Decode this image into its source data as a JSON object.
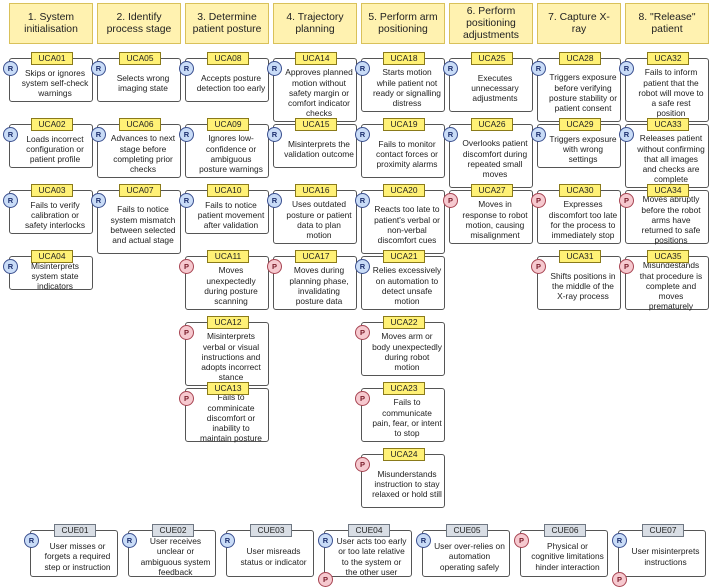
{
  "columns": [
    {
      "header": "1. System initialisation",
      "items": [
        {
          "id": "UCA01",
          "role": "R",
          "text": "Skips or ignores system self-check warnings"
        },
        {
          "id": "UCA02",
          "role": "R",
          "text": "Loads incorrect configuration or patient profile"
        },
        {
          "id": "UCA03",
          "role": "R",
          "text": "Fails to verify calibration or safety interlocks"
        },
        {
          "id": "UCA04",
          "role": "R",
          "text": "Misinterprets system state indicators"
        }
      ]
    },
    {
      "header": "2. Identify process stage",
      "items": [
        {
          "id": "UCA05",
          "role": "R",
          "text": "Selects wrong imaging state"
        },
        {
          "id": "UCA06",
          "role": "R",
          "text": "Advances to next stage before completing prior checks"
        },
        {
          "id": "UCA07",
          "role": "R",
          "text": "Fails to notice system mismatch between selected and actual stage"
        }
      ]
    },
    {
      "header": "3. Determine patient posture",
      "items": [
        {
          "id": "UCA08",
          "role": "R",
          "text": "Accepts posture detection too early"
        },
        {
          "id": "UCA09",
          "role": "R",
          "text": "Ignores low-confidence or ambiguous posture warnings"
        },
        {
          "id": "UCA10",
          "role": "R",
          "text": "Fails to notice patient movement after validation"
        },
        {
          "id": "UCA11",
          "role": "P",
          "text": "Moves unexpectedly during posture scanning"
        },
        {
          "id": "UCA12",
          "role": "P",
          "text": "Misinterprets verbal or visual instructions and adopts incorrect stance"
        },
        {
          "id": "UCA13",
          "role": "P",
          "text": "Fails to comminicate discomfort or inability to maintain posture"
        }
      ]
    },
    {
      "header": "4. Trajectory planning",
      "items": [
        {
          "id": "UCA14",
          "role": "R",
          "text": "Approves planned motion without safety margin or comfort indicator checks"
        },
        {
          "id": "UCA15",
          "role": "R",
          "text": "Misinterprets the validation outcome"
        },
        {
          "id": "UCA16",
          "role": "R",
          "text": "Uses outdated posture or patient data to plan motion"
        },
        {
          "id": "UCA17",
          "role": "P",
          "text": "Moves during planning phase, invalidating posture data"
        }
      ]
    },
    {
      "header": "5. Perform arm positioning",
      "items": [
        {
          "id": "UCA18",
          "role": "R",
          "text": "Starts motion while patient not ready or signalling distress"
        },
        {
          "id": "UCA19",
          "role": "R",
          "text": "Fails to monitor contact forces or proximity alarms"
        },
        {
          "id": "UCA20",
          "role": "R",
          "text": "Reacts too late to patient's verbal or non-verbal discomfort cues"
        },
        {
          "id": "UCA21",
          "role": "R",
          "text": "Relies excessively on automation to detect unsafe motion"
        },
        {
          "id": "UCA22",
          "role": "P",
          "text": "Moves arm or body unexpectedly during robot motion"
        },
        {
          "id": "UCA23",
          "role": "P",
          "text": "Fails to communicate pain, fear, or intent to stop"
        },
        {
          "id": "UCA24",
          "role": "P",
          "text": "Misunderstands instruction to stay relaxed or hold still"
        }
      ]
    },
    {
      "header": "6. Perform positioning adjustments",
      "items": [
        {
          "id": "UCA25",
          "role": "R",
          "text": "Executes unnecessary adjustments"
        },
        {
          "id": "UCA26",
          "role": "R",
          "text": "Overlooks patient discomfort during repeated small moves"
        },
        {
          "id": "UCA27",
          "role": "P",
          "text": "Moves in response to robot motion, causing misalignment"
        }
      ]
    },
    {
      "header": "7. Capture X-ray",
      "items": [
        {
          "id": "UCA28",
          "role": "R",
          "text": "Triggers exposure before verifying posture stability or patient consent"
        },
        {
          "id": "UCA29",
          "role": "R",
          "text": "Triggers exposure with wrong settings"
        },
        {
          "id": "UCA30",
          "role": "P",
          "text": "Expresses discomfort too late for the process to immediately stop"
        },
        {
          "id": "UCA31",
          "role": "P",
          "text": "Shifts positions in the middle of the X-ray process"
        }
      ]
    },
    {
      "header": "8. \"Release\" patient",
      "items": [
        {
          "id": "UCA32",
          "role": "R",
          "text": "Fails to inform patient that the robot will move to a safe rest position"
        },
        {
          "id": "UCA33",
          "role": "R",
          "text": "Releases patient without confirming that all images and checks are complete"
        },
        {
          "id": "UCA34",
          "role": "P",
          "text": "Moves abruptly before the robot arms have returned to safe positions"
        },
        {
          "id": "UCA35",
          "role": "P",
          "text": "Misundestands that procedure is complete and moves prematurely"
        }
      ]
    }
  ],
  "cues": [
    {
      "id": "CUE01",
      "roles": [
        "R"
      ],
      "text": "User misses or forgets a required step or instruction"
    },
    {
      "id": "CUE02",
      "roles": [
        "R"
      ],
      "text": "User receives unclear or ambiguous system feedback"
    },
    {
      "id": "CUE03",
      "roles": [
        "R"
      ],
      "text": "User misreads status or indicator"
    },
    {
      "id": "CUE04",
      "roles": [
        "R",
        "P"
      ],
      "text": "User acts too early or too late relative to the system or the other user"
    },
    {
      "id": "CUE05",
      "roles": [
        "R"
      ],
      "text": "User over-relies on automation operating safely"
    },
    {
      "id": "CUE06",
      "roles": [
        "P"
      ],
      "text": "Physical or cognitive limitations hinder interaction"
    },
    {
      "id": "CUE07",
      "roles": [
        "R",
        "P"
      ],
      "text": "User misinterprets instructions"
    }
  ]
}
